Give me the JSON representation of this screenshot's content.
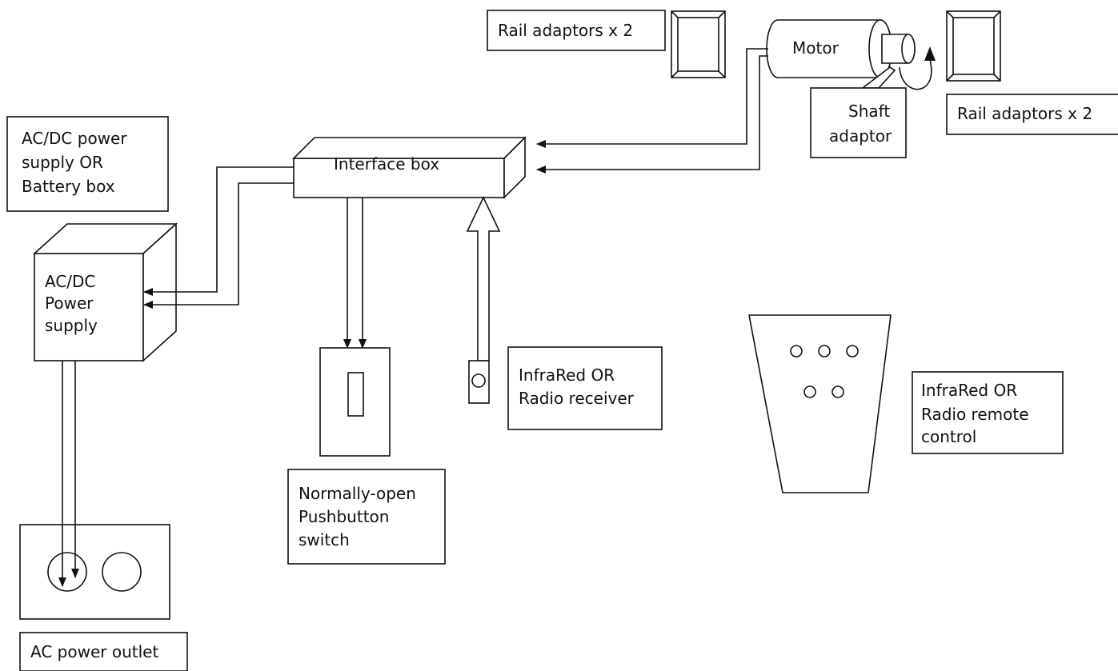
{
  "labels": {
    "rail_adaptors_left": "Rail adaptors x 2",
    "motor": "Motor",
    "shaft_adaptor": [
      "Shaft",
      "adaptor"
    ],
    "rail_adaptors_right": "Rail adaptors x 2",
    "power_supply_option": [
      "AC/DC power",
      "supply OR",
      "Battery box"
    ],
    "interface_box": "Interface box",
    "ac_dc_power_supply": [
      "AC/DC",
      "Power",
      "supply"
    ],
    "receiver": [
      "InfraRed OR",
      "Radio receiver"
    ],
    "remote_control": [
      "InfraRed OR",
      "Radio remote",
      "control"
    ],
    "pushbutton_switch": [
      "Normally-open",
      "Pushbutton",
      "switch"
    ],
    "ac_power_outlet": "AC power outlet"
  }
}
